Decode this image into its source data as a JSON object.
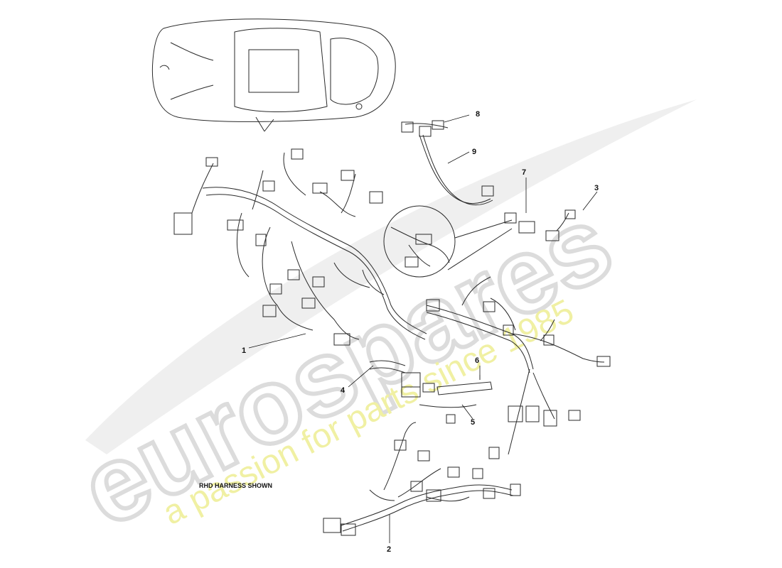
{
  "diagram": {
    "note": "RHD HARNESS SHOWN",
    "callouts": [
      {
        "id": "1",
        "label": "1"
      },
      {
        "id": "2",
        "label": "2"
      },
      {
        "id": "3",
        "label": "3"
      },
      {
        "id": "4",
        "label": "4"
      },
      {
        "id": "5",
        "label": "5"
      },
      {
        "id": "6",
        "label": "6"
      },
      {
        "id": "7",
        "label": "7"
      },
      {
        "id": "8",
        "label": "8"
      },
      {
        "id": "9",
        "label": "9"
      }
    ]
  },
  "watermark": {
    "brand": "eurospares",
    "tagline": "a passion for parts since 1985"
  },
  "colors": {
    "line": "#2a2a2a",
    "watermark_grey": "#d9d9d9",
    "watermark_yellow": "#efef9a"
  }
}
